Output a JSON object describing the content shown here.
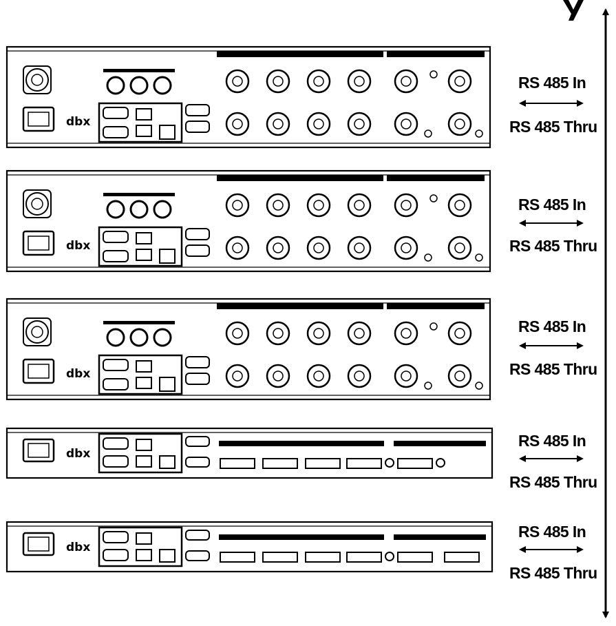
{
  "diagram": {
    "brand": "dbx",
    "units": [
      {
        "kind": "2U",
        "rs485_in": "RS 485 In",
        "rs485_thru": "RS 485 Thru"
      },
      {
        "kind": "2U",
        "rs485_in": "RS 485 In",
        "rs485_thru": "RS 485 Thru"
      },
      {
        "kind": "2U",
        "rs485_in": "RS 485 In",
        "rs485_thru": "RS 485 Thru"
      },
      {
        "kind": "1U",
        "rs485_in": "RS 485 In",
        "rs485_thru": "RS 485 Thru"
      },
      {
        "kind": "1U",
        "rs485_in": "RS 485 In",
        "rs485_thru": "RS 485 Thru"
      }
    ]
  },
  "colors": {
    "ink": "#000000",
    "panel": "#ffffff"
  }
}
